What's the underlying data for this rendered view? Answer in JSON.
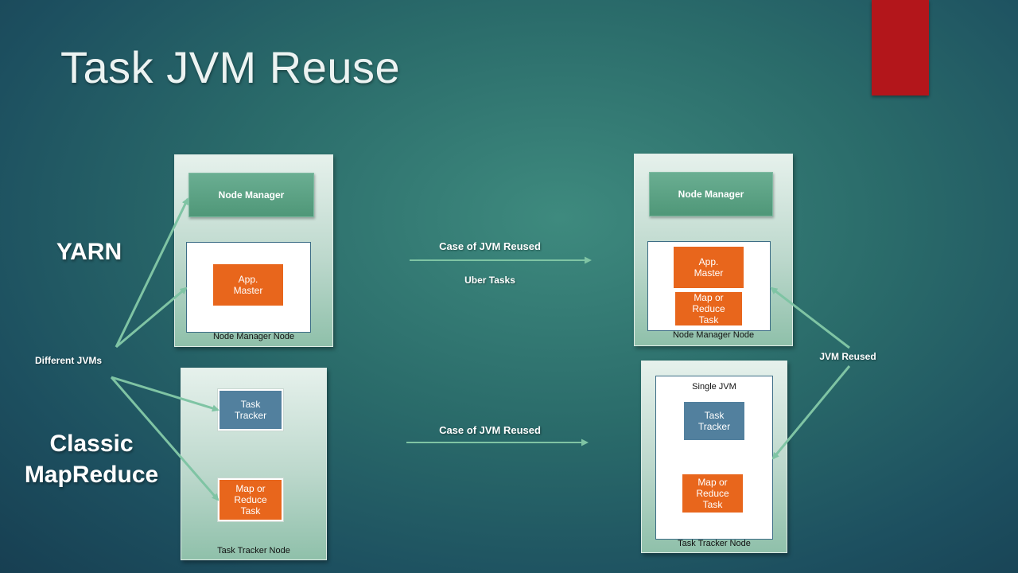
{
  "slide": {
    "title": "Task JVM Reuse"
  },
  "labels": {
    "yarn": "YARN",
    "classic": "Classic\nMapReduce",
    "different_jvms": "Different JVMs",
    "jvm_reused": "JVM Reused",
    "case_top": "Case of JVM Reused",
    "uber_tasks": "Uber Tasks",
    "case_bottom": "Case of JVM Reused"
  },
  "left_yarn": {
    "node_manager": "Node Manager",
    "app_master": "App.\nMaster",
    "caption": "Node Manager Node"
  },
  "left_classic": {
    "task_tracker": "Task\nTracker",
    "map_reduce_task": "Map or\nReduce\nTask",
    "caption": "Task Tracker Node"
  },
  "right_yarn": {
    "node_manager": "Node Manager",
    "app_master": "App.\nMaster",
    "map_reduce_task": "Map or\nReduce\nTask",
    "caption": "Node Manager Node"
  },
  "right_classic": {
    "single_jvm": "Single JVM",
    "task_tracker": "Task\nTracker",
    "map_reduce_task": "Map or\nReduce\nTask",
    "caption": "Task Tracker Node"
  },
  "colors": {
    "accent_red": "#b3161b",
    "node_manager_green": "#4f9778",
    "task_orange": "#e8661c",
    "tracker_blue": "#52809e",
    "arrow_green": "#7fc4a4"
  }
}
